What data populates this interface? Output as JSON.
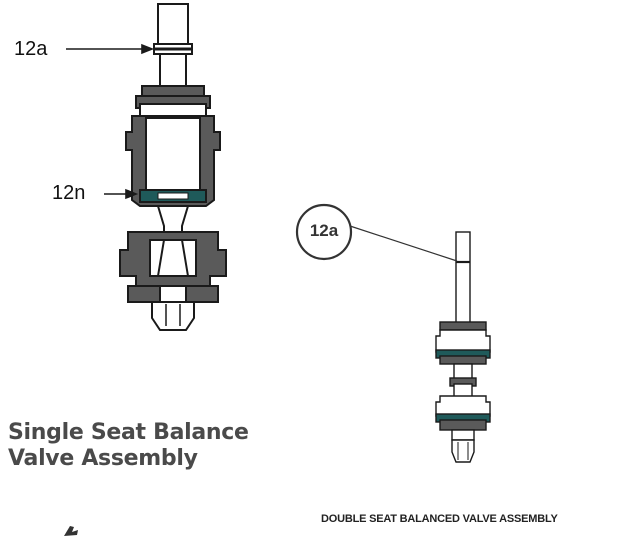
{
  "callouts": {
    "single_top": "12a",
    "single_mid": "12n",
    "double_circle": "12a"
  },
  "titles": {
    "single_line1": "Single Seat Balance",
    "single_line2": "Valve Assembly",
    "double": "DOUBLE SEAT BALANCED VALVE ASSEMBLY"
  },
  "colors": {
    "body_fill": "#5a5a5a",
    "outline": "#1a1a1a",
    "seal_accent": "#1f5a5a",
    "title_gray": "#4a4a4a"
  }
}
